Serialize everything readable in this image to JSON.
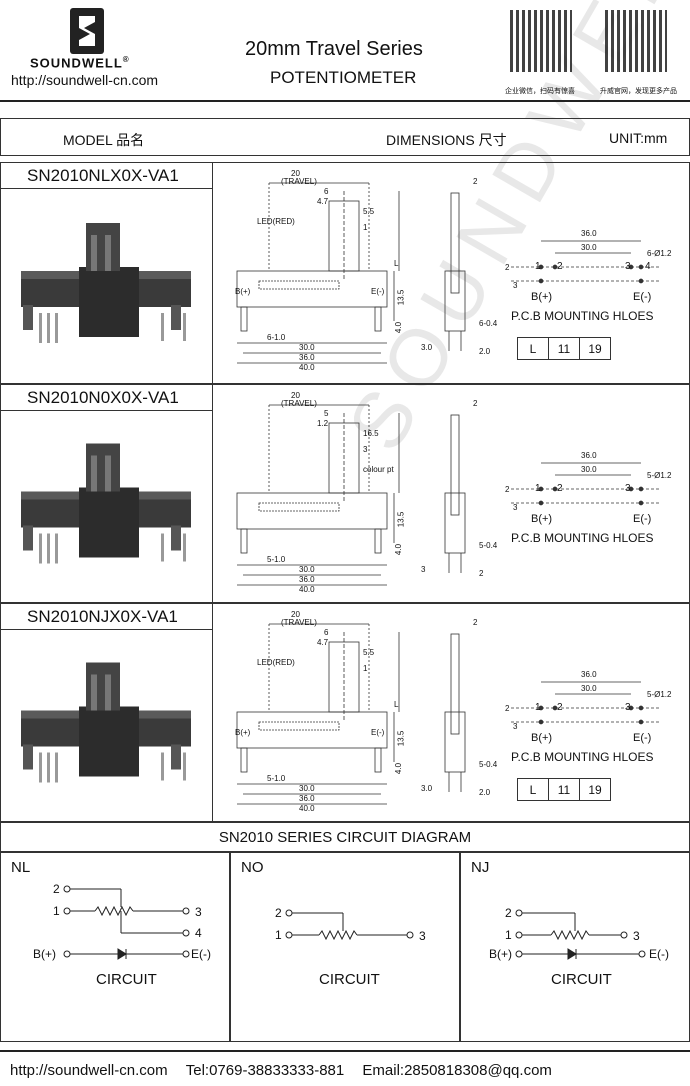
{
  "header": {
    "brand": "SOUNDWELL",
    "brand_mark": "®",
    "url": "http://soundwell-cn.com",
    "title_line1": "20mm  Travel Series",
    "title_line2": "POTENTIOMETER",
    "qr1_caption": "企业微信，扫码有惊喜",
    "qr2_caption": "升威官网，发现更多产品"
  },
  "table_header": {
    "model": "MODEL 品名",
    "dimensions": "DIMENSIONS 尺寸",
    "unit": "UNIT:mm"
  },
  "models": [
    {
      "name": "SN2010NLX0X-VA1",
      "dims": {
        "travel": "20",
        "travel_label": "(TRAVEL)",
        "d1": "6",
        "d2": "4.7",
        "d3": "5.5",
        "d4": "1",
        "led": "LED(RED)",
        "bplus": "B(+)",
        "eminus": "E(-)",
        "h1": "13.5",
        "h2": "4.0",
        "w1": "6-1.0",
        "w2": "30.0",
        "w3": "36.0",
        "w4": "40.0",
        "side1": "2",
        "side2": "6-0.4",
        "side3": "3.0",
        "side4": "2.0",
        "l": "L"
      },
      "pcb": {
        "w1": "36.0",
        "w2": "30.0",
        "hole": "6-Ø1.2",
        "p1": "1",
        "p2": "2",
        "p3": "3",
        "p4": "4",
        "s1": "2",
        "s2": "3",
        "bplus": "B(+)",
        "eminus": "E(-)",
        "title": "P.C.B MOUNTING HLOES"
      },
      "ltable": [
        "L",
        "11",
        "19"
      ]
    },
    {
      "name": "SN2010N0X0X-VA1",
      "dims": {
        "travel": "20",
        "travel_label": "(TRAVEL)",
        "d1": "5",
        "d2": "1.2",
        "d3": "16.5",
        "d4": "3",
        "colour": "colour pt",
        "h1": "13.5",
        "h2": "4.0",
        "w1": "5-1.0",
        "w2": "30.0",
        "w3": "36.0",
        "w4": "40.0",
        "side1": "2",
        "side2": "5-0.4",
        "side3": "3",
        "side4": "2"
      },
      "pcb": {
        "w1": "36.0",
        "w2": "30.0",
        "hole": "5-Ø1.2",
        "p1": "1",
        "p2": "2",
        "p3": "3",
        "s1": "2",
        "s2": "3",
        "bplus": "B(+)",
        "eminus": "E(-)",
        "title": "P.C.B MOUNTING HLOES"
      }
    },
    {
      "name": "SN2010NJX0X-VA1",
      "dims": {
        "travel": "20",
        "travel_label": "(TRAVEL)",
        "d1": "6",
        "d2": "4.7",
        "d3": "5.5",
        "d4": "1",
        "led": "LED(RED)",
        "bplus": "B(+)",
        "eminus": "E(-)",
        "h1": "13.5",
        "h2": "4.0",
        "w1": "5-1.0",
        "w2": "30.0",
        "w3": "36.0",
        "w4": "40.0",
        "side1": "2",
        "side2": "5-0.4",
        "side3": "3.0",
        "side4": "2.0",
        "l": "L"
      },
      "pcb": {
        "w1": "36.0",
        "w2": "30.0",
        "hole": "5-Ø1.2",
        "p1": "1",
        "p2": "2",
        "p3": "3",
        "s1": "2",
        "s2": "3",
        "bplus": "B(+)",
        "eminus": "E(-)",
        "title": "P.C.B MOUNTING HLOES"
      },
      "ltable": [
        "L",
        "11",
        "19"
      ]
    }
  ],
  "circuit": {
    "title": "SN2010 SERIES CIRCUIT DIAGRAM",
    "cells": [
      {
        "label": "NL",
        "caption": "CIRCUIT",
        "p1": "1",
        "p2": "2",
        "p3": "3",
        "p4": "4",
        "bplus": "B(+)",
        "eminus": "E(-)"
      },
      {
        "label": "NO",
        "caption": "CIRCUIT",
        "p1": "1",
        "p2": "2",
        "p3": "3"
      },
      {
        "label": "NJ",
        "caption": "CIRCUIT",
        "p1": "1",
        "p2": "2",
        "p3": "3",
        "bplus": "B(+)",
        "eminus": "E(-)"
      }
    ]
  },
  "footer": {
    "url": "http://soundwell-cn.com",
    "tel": "Tel:0769-38833333-881",
    "email": "Email:2850818308@qq.com"
  },
  "watermark": "SOUNDWELL"
}
